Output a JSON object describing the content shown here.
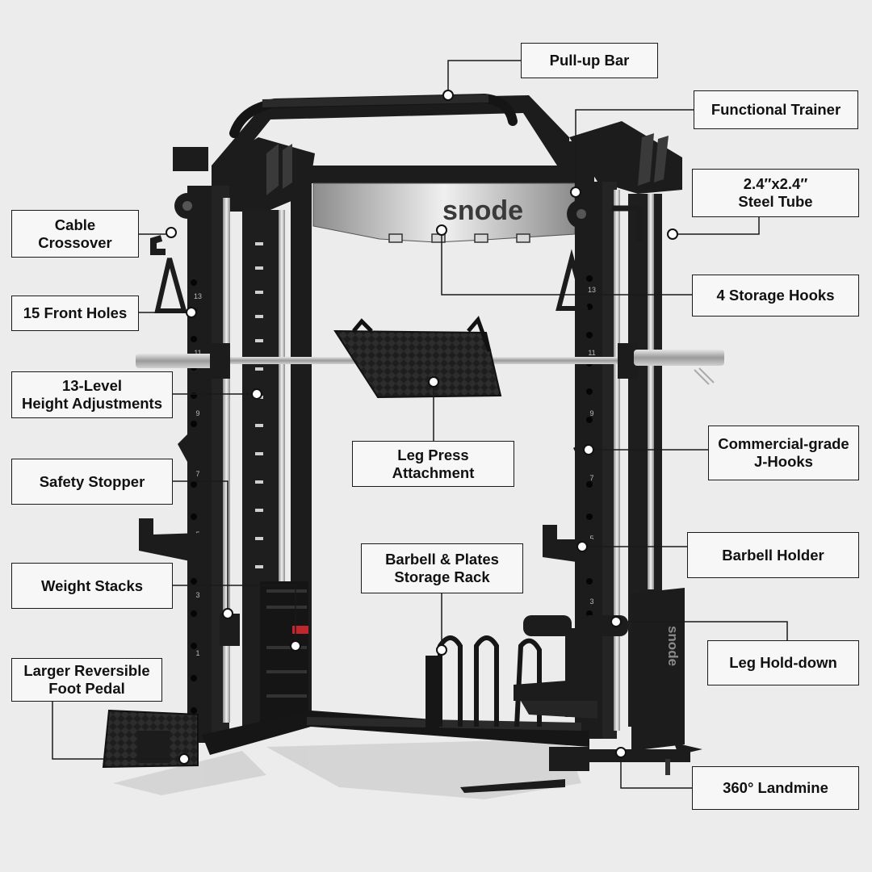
{
  "brand": {
    "logo_text": "snode",
    "panel_logo_text": "snode"
  },
  "colors": {
    "background": "#ececec",
    "frame": "#1c1c1c",
    "label_border": "#1a1a1a",
    "label_fill": "#f7f7f7",
    "chrome": "#b9b9b9",
    "accent_red": "#c0272d"
  },
  "callouts": {
    "pull_up_bar": "Pull-up Bar",
    "functional_trainer": "Functional Trainer",
    "steel_tube": "2.4″x2.4″\nSteel Tube",
    "cable_crossover": "Cable\nCrossover",
    "storage_hooks": "4 Storage Hooks",
    "front_holes": "15 Front Holes",
    "height_adjustments": "13-Level\nHeight Adjustments",
    "j_hooks": "Commercial-grade\nJ-Hooks",
    "leg_press": "Leg Press\nAttachment",
    "safety_stopper": "Safety Stopper",
    "barbell_holder": "Barbell Holder",
    "storage_rack": "Barbell & Plates\nStorage Rack",
    "weight_stacks": "Weight Stacks",
    "leg_hold_down": "Leg Hold-down",
    "foot_pedal": "Larger Reversible\nFoot Pedal",
    "landmine": "360° Landmine"
  },
  "hole_numbers": {
    "left": [
      "13",
      "11",
      "9",
      "7",
      "5",
      "3",
      "1"
    ],
    "right": [
      "13",
      "11",
      "9",
      "7",
      "5",
      "3"
    ]
  }
}
